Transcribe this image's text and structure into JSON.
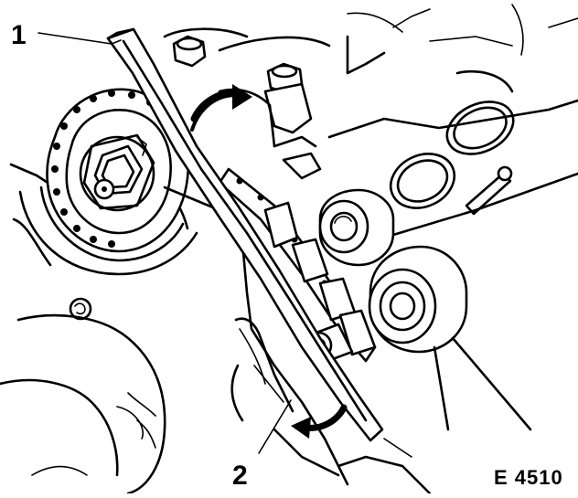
{
  "figure": {
    "callout_1": "1",
    "callout_2": "2",
    "figure_id": "E 4510"
  }
}
